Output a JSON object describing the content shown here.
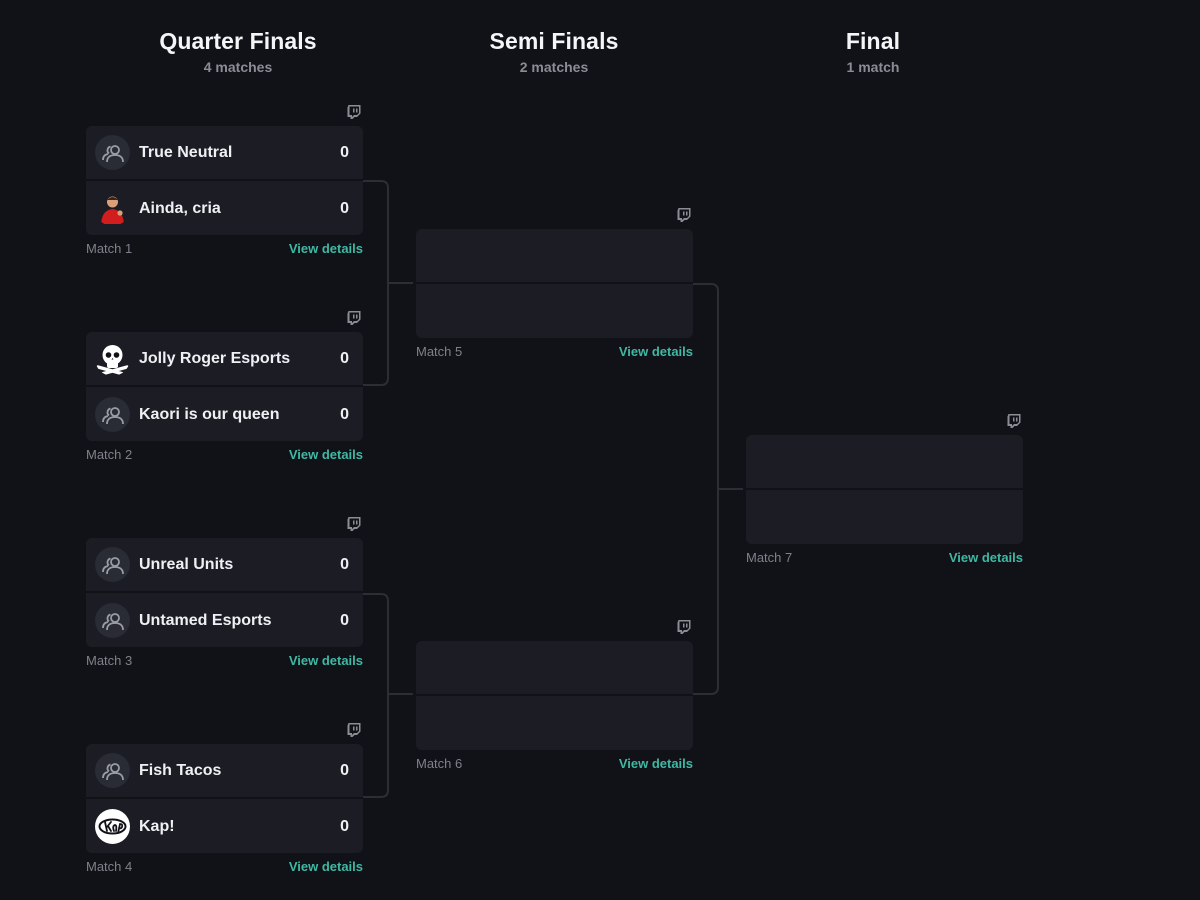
{
  "rounds": [
    {
      "title": "Quarter Finals",
      "subtitle": "4 matches"
    },
    {
      "title": "Semi Finals",
      "subtitle": "2 matches"
    },
    {
      "title": "Final",
      "subtitle": "1 match"
    }
  ],
  "view_details_label": "View details",
  "matches": [
    {
      "label": "Match 1",
      "team1": {
        "name": "True Neutral",
        "score": "0",
        "icon": "user-group-icon"
      },
      "team2": {
        "name": "Ainda, cria",
        "score": "0",
        "icon": "player-photo-icon"
      }
    },
    {
      "label": "Match 2",
      "team1": {
        "name": "Jolly Roger Esports",
        "score": "0",
        "icon": "skull-crossbones-icon"
      },
      "team2": {
        "name": "Kaori is our queen",
        "score": "0",
        "icon": "user-group-icon"
      }
    },
    {
      "label": "Match 3",
      "team1": {
        "name": "Unreal Units",
        "score": "0",
        "icon": "user-group-icon"
      },
      "team2": {
        "name": "Untamed Esports",
        "score": "0",
        "icon": "user-group-icon"
      }
    },
    {
      "label": "Match 4",
      "team1": {
        "name": "Fish Tacos",
        "score": "0",
        "icon": "user-group-icon"
      },
      "team2": {
        "name": "Kap!",
        "score": "0",
        "icon": "kap-logo-icon"
      }
    },
    {
      "label": "Match 5"
    },
    {
      "label": "Match 6"
    },
    {
      "label": "Match 7"
    }
  ],
  "colors": {
    "background": "#111217",
    "card": "#1c1d24",
    "accent": "#3fb8a4",
    "muted": "#7e818b",
    "connector": "#2c2e36"
  }
}
